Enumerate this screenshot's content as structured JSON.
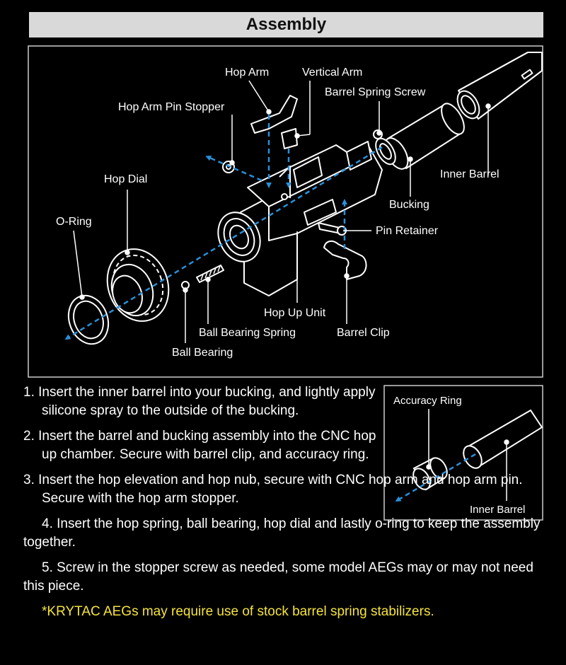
{
  "title": "Assembly",
  "labels": {
    "hop_arm": "Hop Arm",
    "vertical_arm": "Vertical Arm",
    "barrel_spring_screw": "Barrel Spring Screw",
    "hop_arm_pin_stopper": "Hop Arm Pin Stopper",
    "hop_dial": "Hop Dial",
    "inner_barrel": "Inner Barrel",
    "o_ring": "O-Ring",
    "bucking": "Bucking",
    "pin_retainer": "Pin Retainer",
    "hop_up_unit": "Hop Up Unit",
    "ball_bearing_spring": "Ball Bearing Spring",
    "barrel_clip": "Barrel Clip",
    "ball_bearing": "Ball Bearing"
  },
  "inset": {
    "accuracy_ring": "Accuracy Ring",
    "inner_barrel": "Inner Barrel"
  },
  "steps": {
    "s1": "1. Insert the inner barrel into your bucking, and lightly apply silicone spray to the outside of the bucking.",
    "s2": "2. Insert the barrel and bucking assembly into the CNC hop up chamber. Secure with barrel clip, and accuracy ring.",
    "s3": "3. Insert the hop elevation and hop nub, secure with CNC hop arm and hop arm pin. Secure with the hop arm stopper.",
    "s4": "4. Insert the hop spring, ball bearing, hop dial and lastly o-ring to keep the assembly together.",
    "s5": "5. Screw in the stopper screw as needed, some model AEGs may or may not need this piece.",
    "note": "*KRYTAC AEGs may require use of stock barrel spring stabilizers."
  },
  "colors": {
    "arrow": "#2a8fd8",
    "note": "#f5e43a",
    "title_bar": "#d9d9d9"
  }
}
